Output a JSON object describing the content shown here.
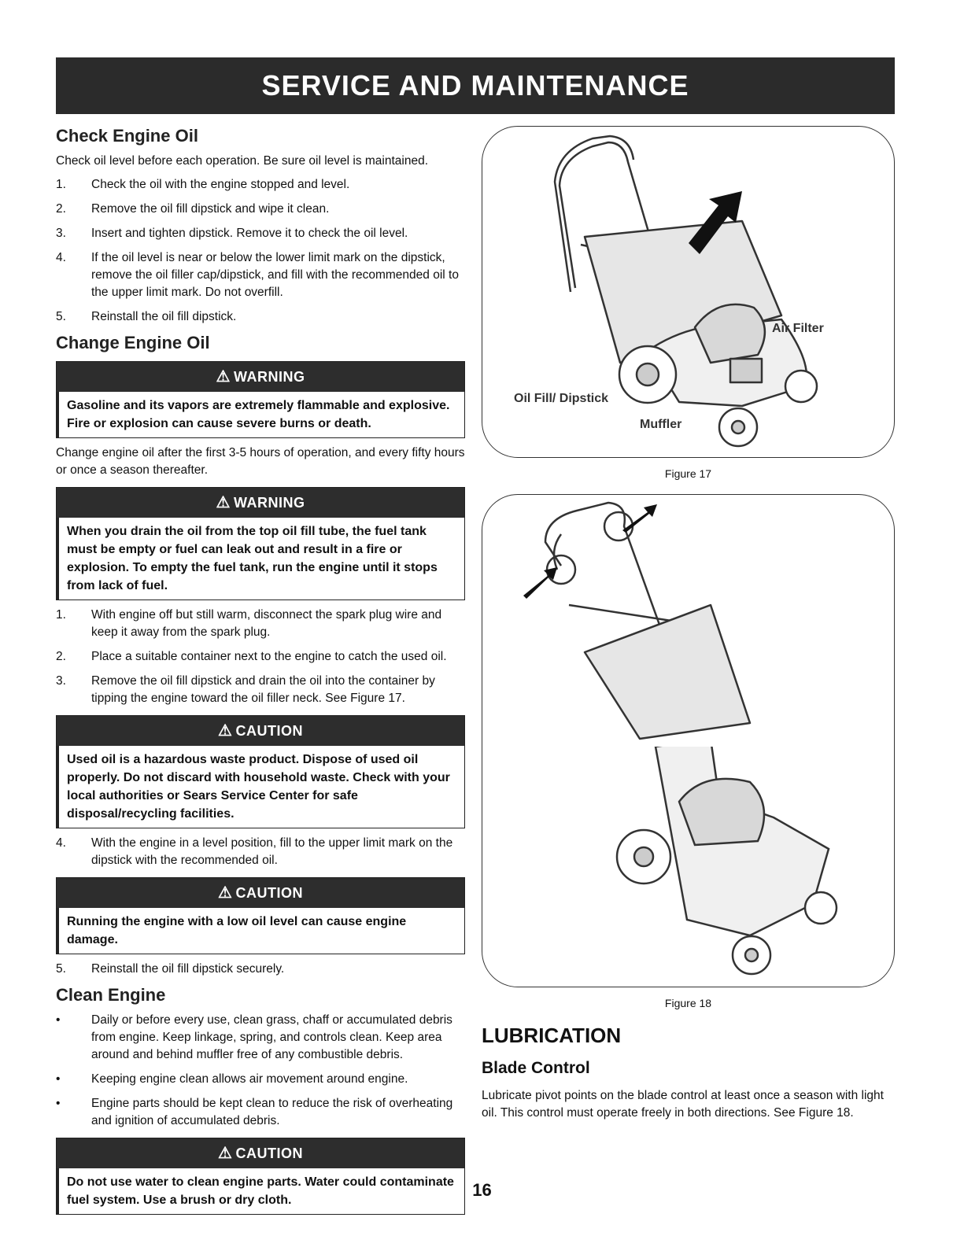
{
  "header": {
    "title": "SERVICE AND MAINTENANCE"
  },
  "check_oil": {
    "heading": "Check Engine Oil",
    "intro": "Check oil level before each operation. Be sure oil level is maintained.",
    "steps": [
      {
        "n": "1.",
        "text": "Check the oil with the engine stopped and level."
      },
      {
        "n": "2.",
        "text": "Remove the oil fill dipstick and wipe it clean."
      },
      {
        "n": "3.",
        "text": "Insert and tighten dipstick. Remove it to check the oil level."
      },
      {
        "n": "4.",
        "text": "If the oil level is near or below the lower limit mark on the dipstick, remove the oil filler cap/dipstick, and fill with the recommended oil to the upper limit mark. Do not overfill."
      },
      {
        "n": "5.",
        "text": "Reinstall the oil fill dipstick."
      }
    ]
  },
  "change_oil": {
    "heading": "Change Engine Oil",
    "warning1": {
      "label": "WARNING",
      "text": "Gasoline and its vapors are extremely flammable and explosive. Fire or explosion can cause severe burns or death."
    },
    "intro": "Change engine oil after the first 3-5 hours of operation, and every fifty hours or once a season thereafter.",
    "warning2": {
      "label": "WARNING",
      "text": "When you drain the oil from the top oil fill tube, the fuel tank must be empty or fuel can leak out and result in a fire or explosion. To empty the fuel tank, run the engine until it stops from lack of fuel."
    },
    "steps_a": [
      {
        "n": "1.",
        "text": "With engine off but still warm, disconnect the spark plug wire and keep it away from the spark plug."
      },
      {
        "n": "2.",
        "text": "Place a suitable container next to the engine to catch the used oil."
      },
      {
        "n": "3.",
        "text": "Remove the oil fill dipstick and drain the oil into the container by tipping the engine toward the oil filler neck. See Figure 17."
      }
    ],
    "caution1": {
      "label": "CAUTION",
      "text": "Used oil is a hazardous waste product. Dispose of used oil properly. Do not discard with household waste. Check with your local authorities or Sears Service Center for safe disposal/recycling facilities."
    },
    "step4": {
      "n": "4.",
      "text": "With the engine in a level position, fill to the upper limit mark on the dipstick with the recommended oil."
    },
    "caution2": {
      "label": "CAUTION",
      "text": "Running the engine with a low oil level can cause engine damage."
    },
    "step5": {
      "n": "5.",
      "text": "Reinstall the oil fill dipstick securely."
    }
  },
  "clean_engine": {
    "heading": "Clean Engine",
    "bullets": [
      {
        "n": "•",
        "text": "Daily or before every use, clean grass, chaff or accumulated debris from engine. Keep linkage, spring, and controls clean. Keep area around and behind muffler free of any combustible debris."
      },
      {
        "n": "•",
        "text": "Keeping engine clean allows air movement around engine."
      },
      {
        "n": "•",
        "text": "Engine parts should be kept clean to reduce the risk of overheating and ignition of accumulated debris."
      }
    ],
    "caution": {
      "label": "CAUTION",
      "text": "Do not use water to clean engine parts. Water could contaminate fuel system. Use a brush or dry cloth."
    }
  },
  "figure17": {
    "caption": "Figure 17",
    "labels": {
      "air_filter": "Air Filter",
      "oil_fill": "Oil Fill/ Dipstick",
      "muffler": "Muffler"
    }
  },
  "figure18": {
    "caption": "Figure 18"
  },
  "lubrication": {
    "heading": "LUBRICATION",
    "sub": "Blade Control",
    "text": "Lubricate pivot points on the blade control at least once a season with light oil. This control must operate freely in both directions. See Figure 18."
  },
  "page": {
    "number": "16"
  }
}
